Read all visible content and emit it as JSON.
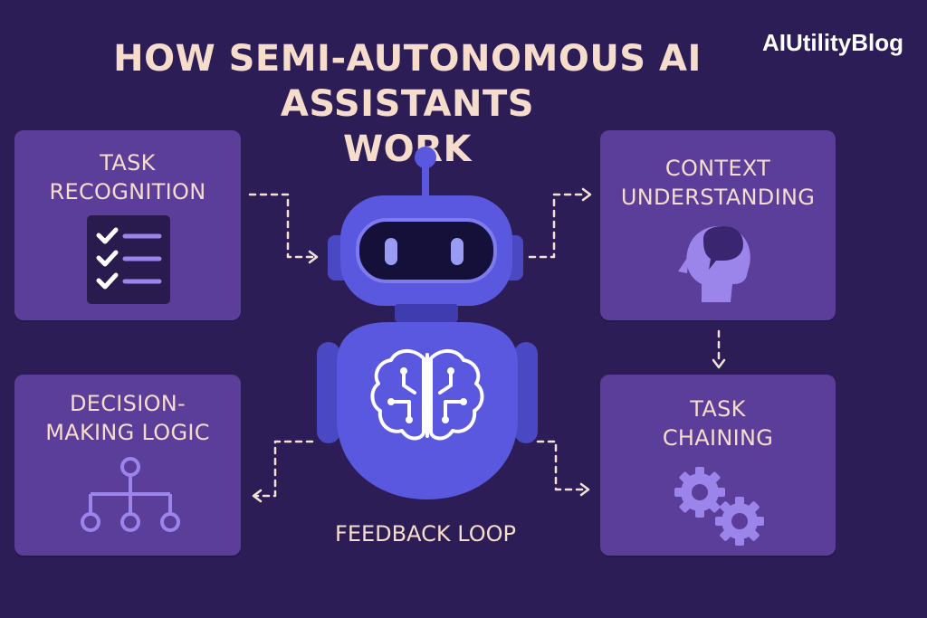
{
  "header": {
    "title_line1": "HOW SEMI-AUTONOMOUS AI ASSISTANTS",
    "title_line2": "WORK",
    "brand": "AIUtilityBlog"
  },
  "cards": [
    {
      "line1": "TASK",
      "line2": "RECOGNITION",
      "icon": "checklist-icon"
    },
    {
      "line1": "CONTEXT",
      "line2": "UNDERSTANDING",
      "icon": "head-speech-icon"
    },
    {
      "line1": "DECISION-",
      "line2": "MAKING LOGIC",
      "icon": "hierarchy-icon"
    },
    {
      "line1": "TASK",
      "line2": "CHAINING",
      "icon": "gears-icon"
    }
  ],
  "center": {
    "icon": "robot-brain-icon"
  },
  "feedback": "FEEDBACK LOOP",
  "colors": {
    "background": "#2c1d57",
    "card": "#5b3e9a",
    "accent": "#9b85ea",
    "robot": "#5a58de",
    "text": "#f5dccb"
  }
}
